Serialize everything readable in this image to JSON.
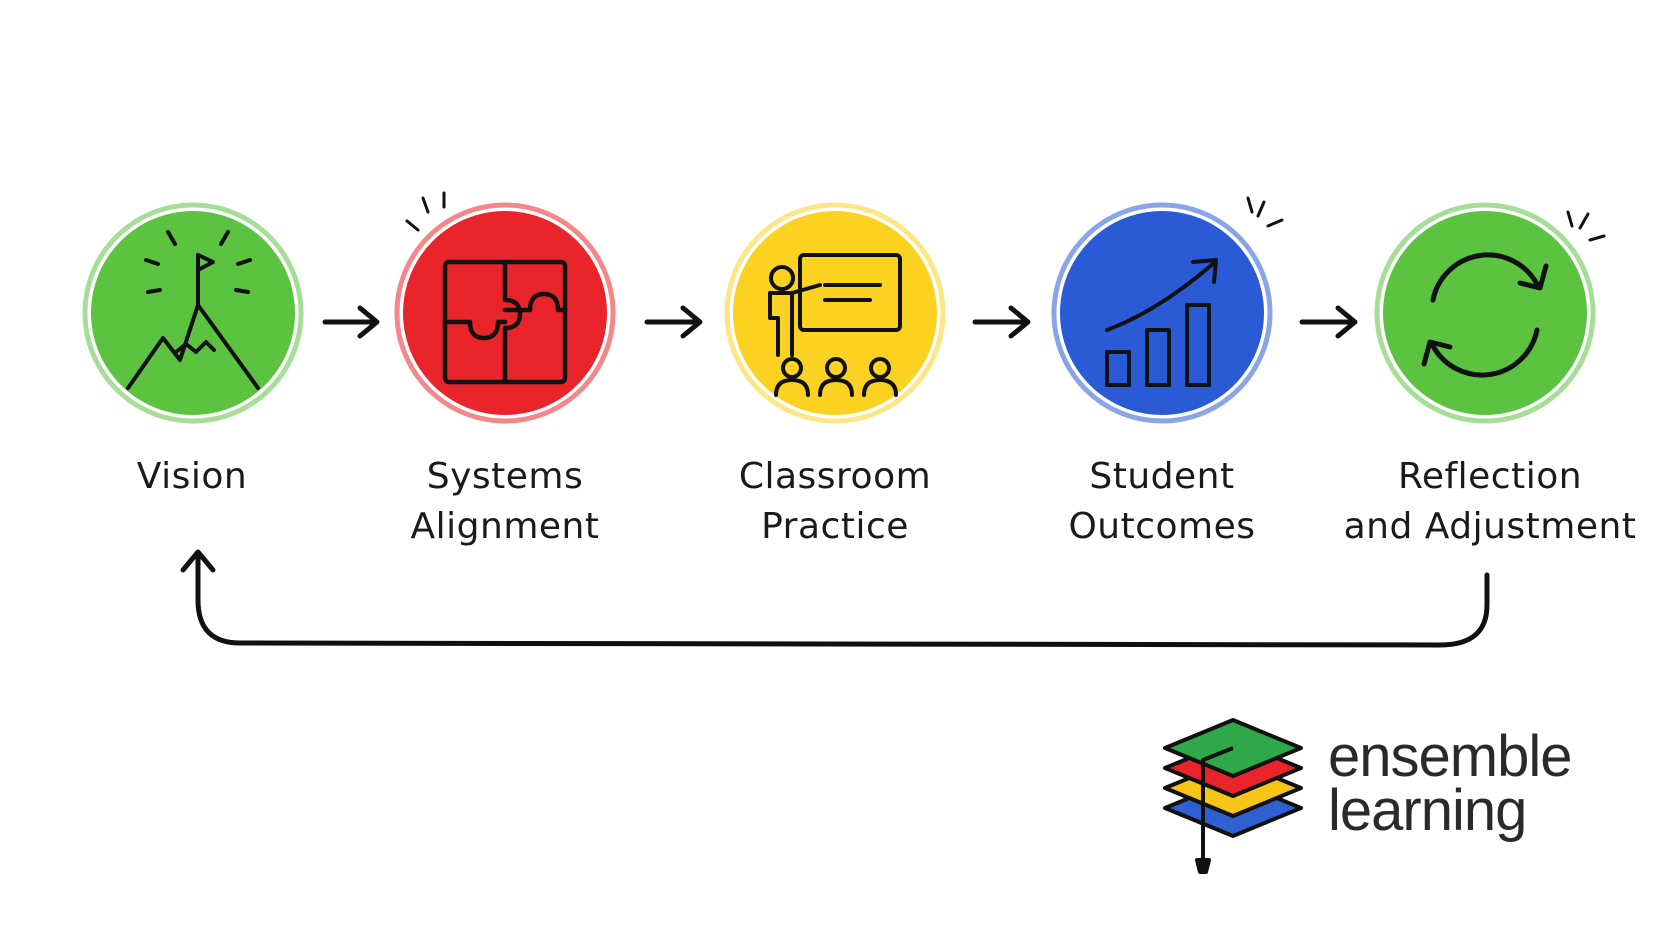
{
  "steps": [
    {
      "id": "vision",
      "lines": [
        "Vision"
      ],
      "color": "#5cc341",
      "icon": "mountain-flag-icon"
    },
    {
      "id": "systems-alignment",
      "lines": [
        "Systems",
        "Alignment"
      ],
      "color": "#e9242a",
      "icon": "puzzle-icon"
    },
    {
      "id": "classroom-practice",
      "lines": [
        "Classroom",
        "Practice"
      ],
      "color": "#fcd222",
      "icon": "teacher-presentation-icon"
    },
    {
      "id": "student-outcomes",
      "lines": [
        "Student",
        "Outcomes"
      ],
      "color": "#2a5ad6",
      "icon": "growth-chart-icon"
    },
    {
      "id": "reflection-adjustment",
      "lines": [
        "Reflection",
        "and Adjustment"
      ],
      "color": "#5cc341",
      "icon": "refresh-cycle-icon"
    }
  ],
  "brand": {
    "line1": "ensemble",
    "line2": "learning",
    "colors": {
      "green": "#2fa84a",
      "red": "#e9242a",
      "yellow": "#f5c518",
      "blue": "#2f5fd0"
    }
  }
}
